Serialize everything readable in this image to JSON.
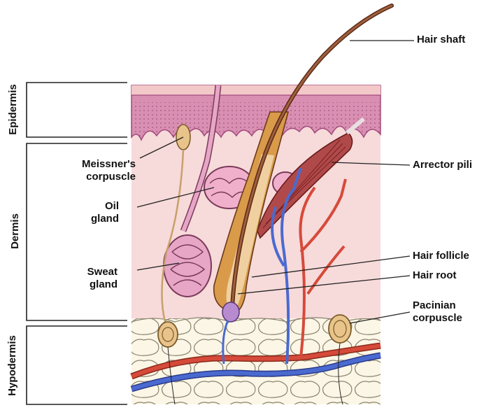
{
  "layers": {
    "epidermis": "Epidermis",
    "dermis": "Dermis",
    "hypodermis": "Hypodermis"
  },
  "labels": {
    "hair_shaft": "Hair shaft",
    "meissners_line1": "Meissner's",
    "meissners_line2": "corpuscle",
    "arrector_pili": "Arrector pili",
    "oil_line1": "Oil",
    "oil_line2": "gland",
    "sweat_line1": "Sweat",
    "sweat_line2": "gland",
    "hair_follicle": "Hair follicle",
    "hair_root": "Hair root",
    "pacinian_line1": "Pacinian",
    "pacinian_line2": "corpuscle"
  },
  "colors": {
    "epidermis": "#d98fb2",
    "epidermis_dark": "#a24a7c",
    "dermis": "#f7dada",
    "hypodermis": "#f7f2e0",
    "hair": "#8a4a2a",
    "follicle": "#d99a4a",
    "artery": "#d64a3a",
    "vein": "#4a6ad0",
    "gland": "#e7a6c6",
    "muscle": "#b04a4a"
  }
}
